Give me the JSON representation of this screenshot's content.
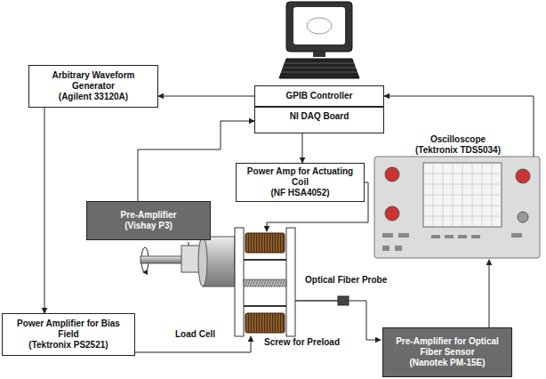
{
  "diagram": {
    "nodes": [
      {
        "text": [
          "Arbitrary Waveform Generator",
          "(Agilent 33120A)"
        ]
      },
      {
        "text": [
          "GPIB Controller"
        ]
      },
      {
        "text": [
          "NI DAQ Board"
        ]
      },
      {
        "text": [
          "Power Amp for Actuating Coil",
          "(NF HSA4052)"
        ]
      },
      {
        "text": [
          "Pre-Amplifier",
          "(Vishay P3)"
        ]
      },
      {
        "text": [
          "Oscilloscope",
          "(Tektronix TDS5034)"
        ]
      },
      {
        "text": [
          "Power Amplifier for Bias Field",
          "(Tektronix PS2521)"
        ]
      },
      {
        "text": [
          "Pre-Amplifier for Optical Fiber Sensor",
          "(Nanotek PM-15E)"
        ]
      }
    ],
    "edges": [
      {
        "from": 1,
        "to": 0,
        "arrow": "to"
      },
      {
        "from": 0,
        "to": 6,
        "arrow": "to"
      },
      {
        "from": 4,
        "to": 2,
        "arrow": "to"
      },
      {
        "from": 2,
        "to": 3,
        "arrow": "to"
      },
      {
        "from": 5,
        "to": 1,
        "arrow": "to"
      },
      {
        "from": 7,
        "to": 5,
        "arrow": "to"
      }
    ],
    "labels": [
      "Optical Fiber Probe",
      "Load Cell",
      "Screw for Preload"
    ]
  }
}
